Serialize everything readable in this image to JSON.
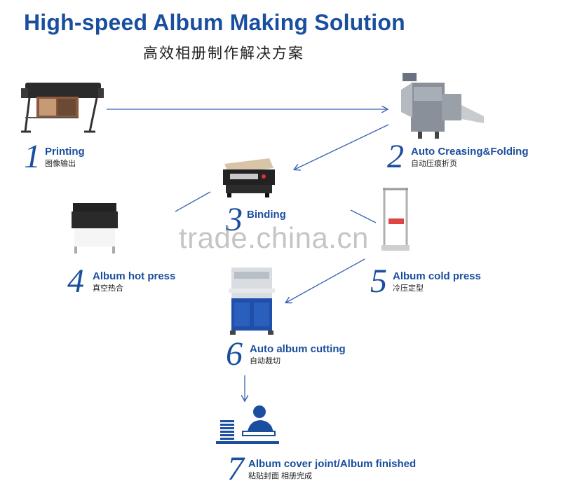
{
  "header": {
    "title": "High-speed Album Making Solution",
    "subtitle": "高效相册制作解决方案"
  },
  "steps": [
    {
      "num": "1",
      "en": "Printing",
      "cn": "图像输出",
      "icon": "printer-icon"
    },
    {
      "num": "2",
      "en": "Auto Creasing&Folding",
      "cn": "自动压痕折页",
      "icon": "creasing-machine-icon"
    },
    {
      "num": "3",
      "en": "Binding",
      "cn": "",
      "icon": "binding-machine-icon"
    },
    {
      "num": "4",
      "en": "Album hot press",
      "cn": "真空热合",
      "icon": "hot-press-icon"
    },
    {
      "num": "5",
      "en": "Album cold press",
      "cn": "冷压定型",
      "icon": "cold-press-icon"
    },
    {
      "num": "6",
      "en": "Auto album cutting",
      "cn": "自动裁切",
      "icon": "cutting-machine-icon"
    },
    {
      "num": "7",
      "en": "Album cover joint/Album finished",
      "cn": "粘贴封面 相册完成",
      "icon": "worker-at-desk-icon"
    }
  ],
  "watermark": "trade.china.cn",
  "colors": {
    "accent": "#1a4e9e",
    "arrow": "#3a62b5",
    "text": "#222222"
  }
}
